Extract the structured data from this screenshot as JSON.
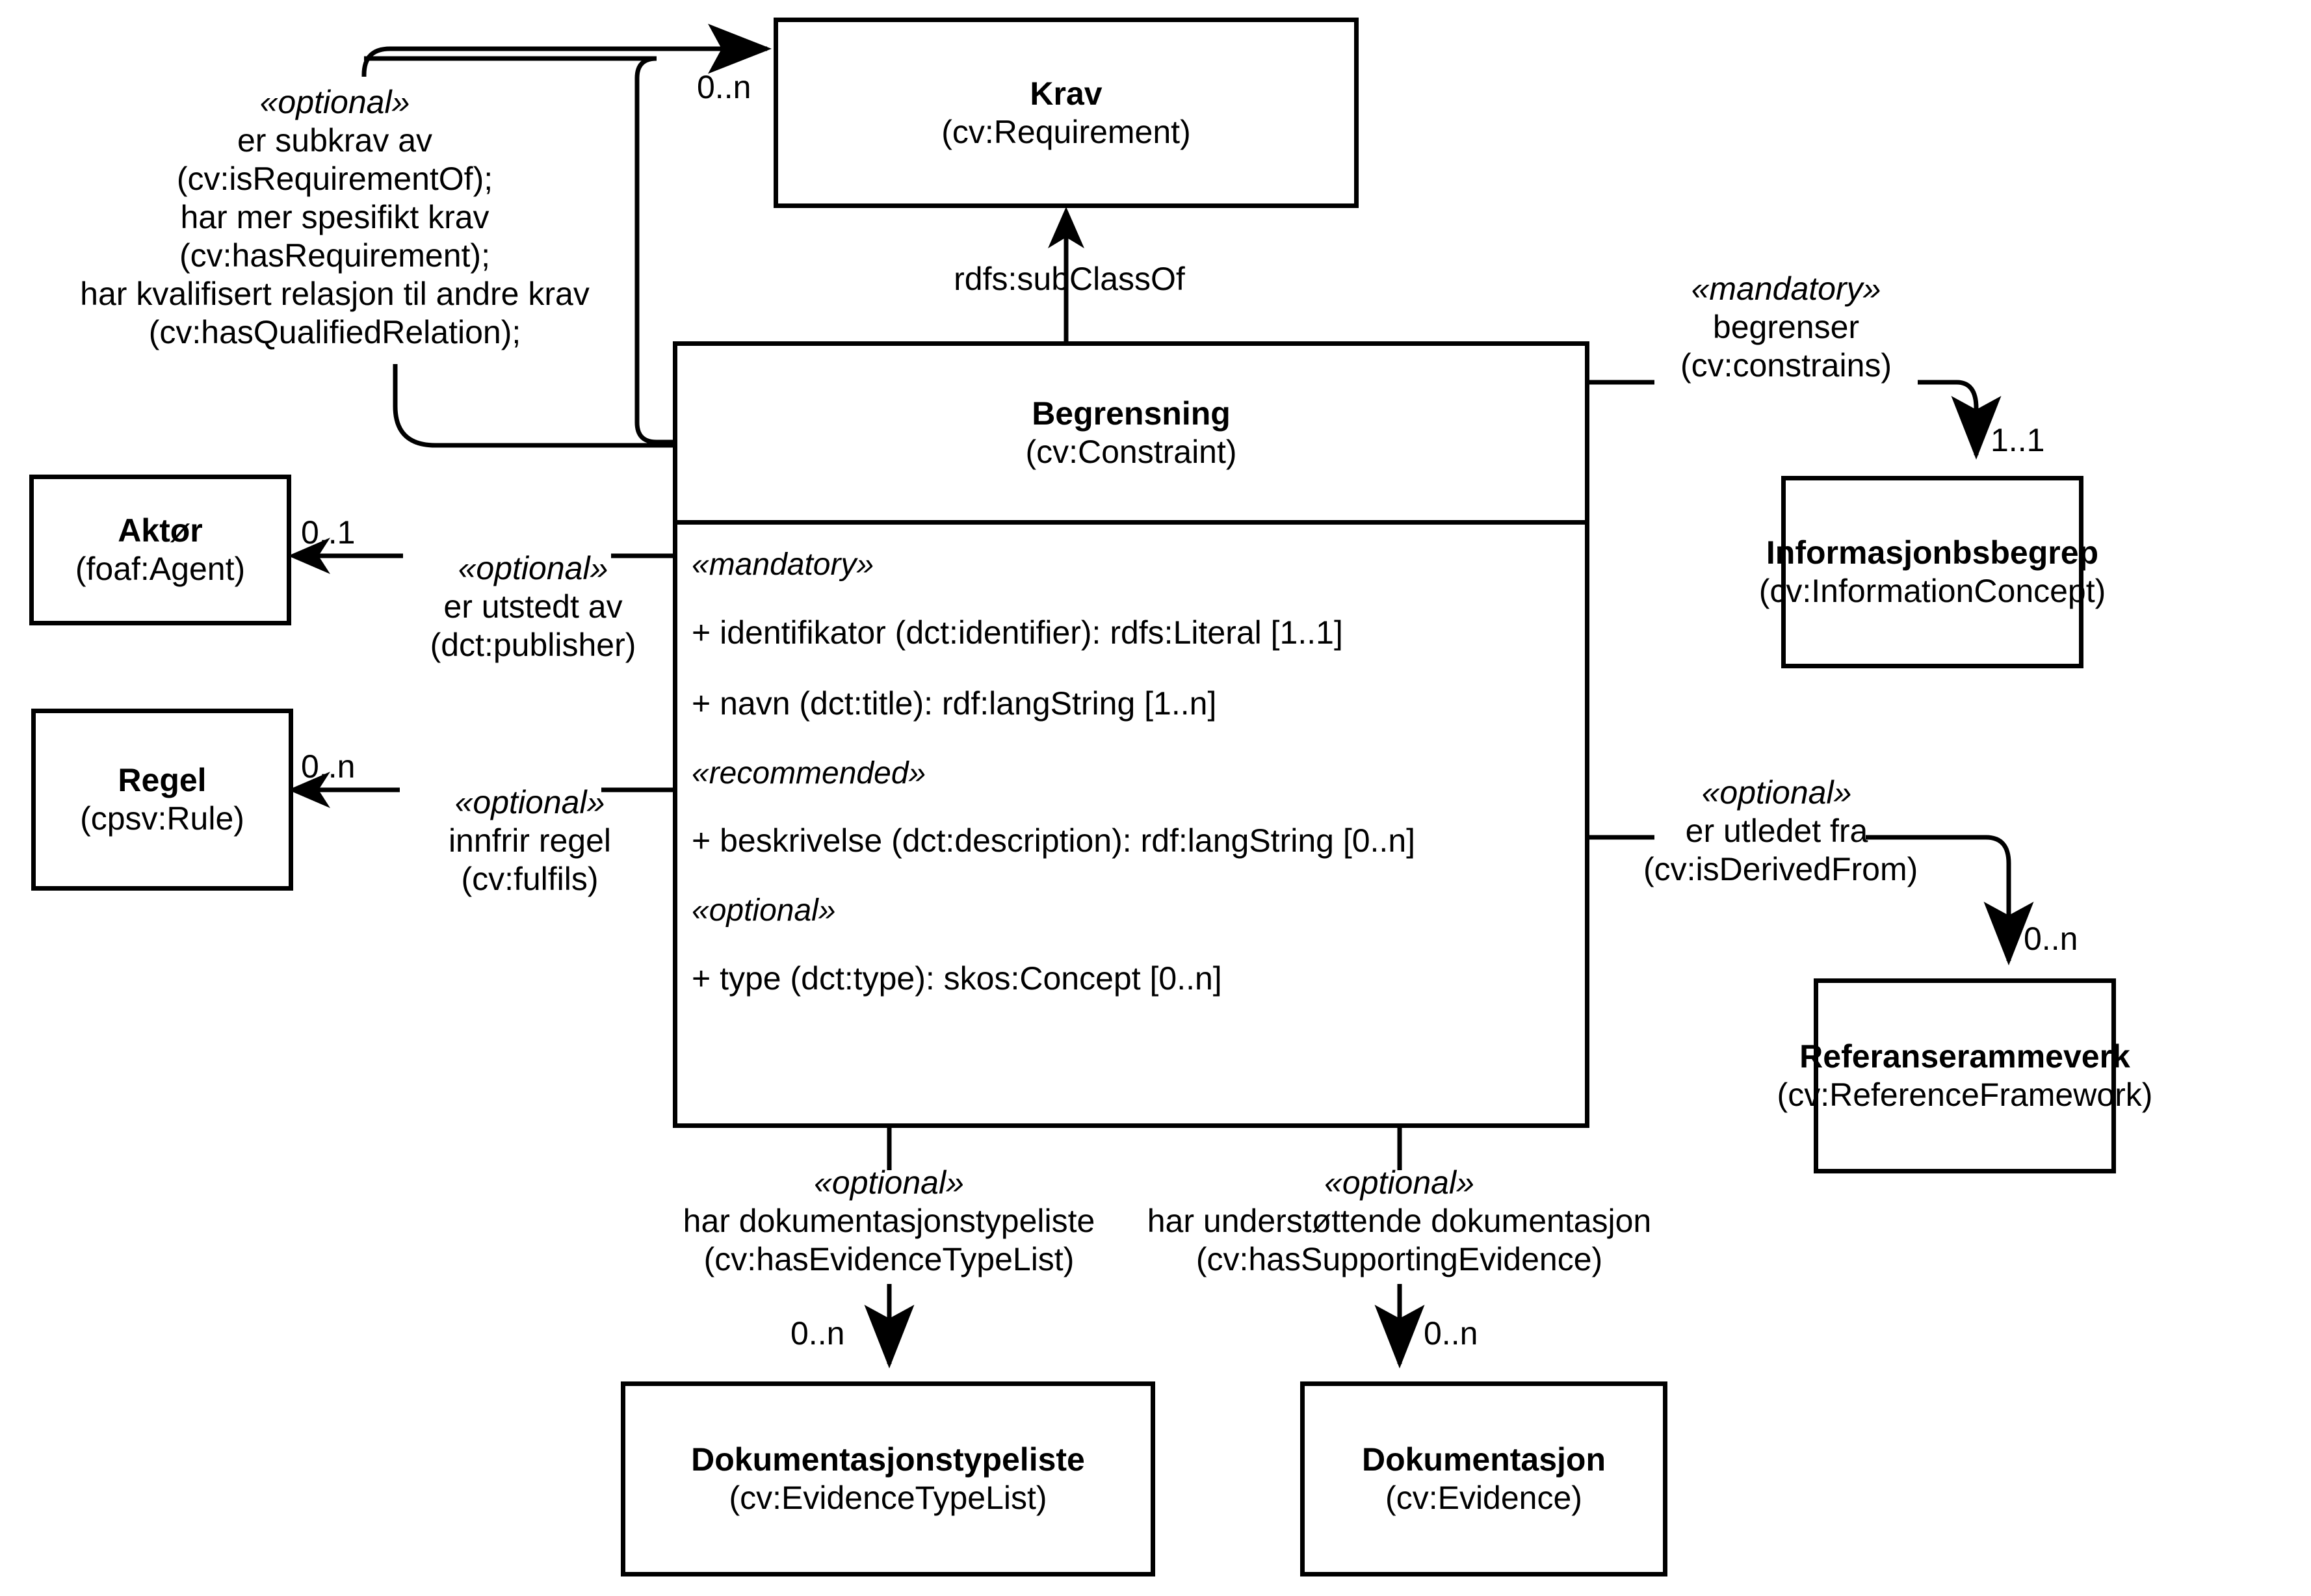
{
  "diagram": {
    "kind": "uml-class-diagram",
    "title": "Begrensning (cv:Constraint) UML class diagram",
    "stroke_color": "#000000",
    "background_color": "#ffffff"
  },
  "classes": {
    "krav": {
      "name": "Krav",
      "uri": "(cv:Requirement)"
    },
    "begrensning": {
      "name": "Begrensning",
      "uri": "(cv:Constraint)",
      "groups": [
        {
          "stereotype": "«mandatory»",
          "attributes": [
            "+ identifikator (dct:identifier): rdfs:Literal [1..1]",
            "+ navn (dct:title): rdf:langString [1..n]"
          ]
        },
        {
          "stereotype": "«recommended»",
          "attributes": [
            "+ beskrivelse (dct:description): rdf:langString [0..n]"
          ]
        },
        {
          "stereotype": "«optional»",
          "attributes": [
            "+ type (dct:type): skos:Concept [0..n]"
          ]
        }
      ]
    },
    "aktor": {
      "name": "Aktør",
      "uri": "(foaf:Agent)"
    },
    "regel": {
      "name": "Regel",
      "uri": "(cpsv:Rule)"
    },
    "informasjonbsbegrep": {
      "name": "Informasjonbsbegrep",
      "uri": "(cv:InformationConcept)"
    },
    "referanserammeverk": {
      "name": "Referanserammeverk",
      "uri": "(cv:ReferenceFramework)"
    },
    "dokumentasjonstypeliste": {
      "name": "Dokumentasjonstypeliste",
      "uri": "(cv:EvidenceTypeList)"
    },
    "dokumentasjon": {
      "name": "Dokumentasjon",
      "uri": "(cv:Evidence)"
    }
  },
  "relations": {
    "self_krav": {
      "stereotype": "«optional»",
      "lines": [
        "er subkrav av",
        "(cv:isRequirementOf);",
        "har mer spesifikt krav",
        "(cv:hasRequirement);",
        "har kvalifisert relasjon til andre krav",
        "(cv:hasQualifiedRelation);"
      ],
      "multiplicity": "0..n"
    },
    "subclass": {
      "label": "rdfs:subClassOf"
    },
    "publisher": {
      "stereotype": "«optional»",
      "lines": [
        "er utstedt av",
        "(dct:publisher)"
      ],
      "multiplicity": "0..1"
    },
    "fulfils": {
      "stereotype": "«optional»",
      "lines": [
        "innfrir regel",
        "(cv:fulfils)"
      ],
      "multiplicity": "0..n"
    },
    "constrains": {
      "stereotype": "«mandatory»",
      "lines": [
        "begrenser",
        "(cv:constrains)"
      ],
      "multiplicity": "1..1"
    },
    "derived_from": {
      "stereotype": "«optional»",
      "lines": [
        "er utledet fra",
        "(cv:isDerivedFrom)"
      ],
      "multiplicity": "0..n"
    },
    "evidence_type_list": {
      "stereotype": "«optional»",
      "lines": [
        "har dokumentasjonstypeliste",
        "(cv:hasEvidenceTypeList)"
      ],
      "multiplicity": "0..n"
    },
    "supporting_evidence": {
      "stereotype": "«optional»",
      "lines": [
        "har understøttende dokumentasjon",
        "(cv:hasSupportingEvidence)"
      ],
      "multiplicity": "0..n"
    }
  }
}
